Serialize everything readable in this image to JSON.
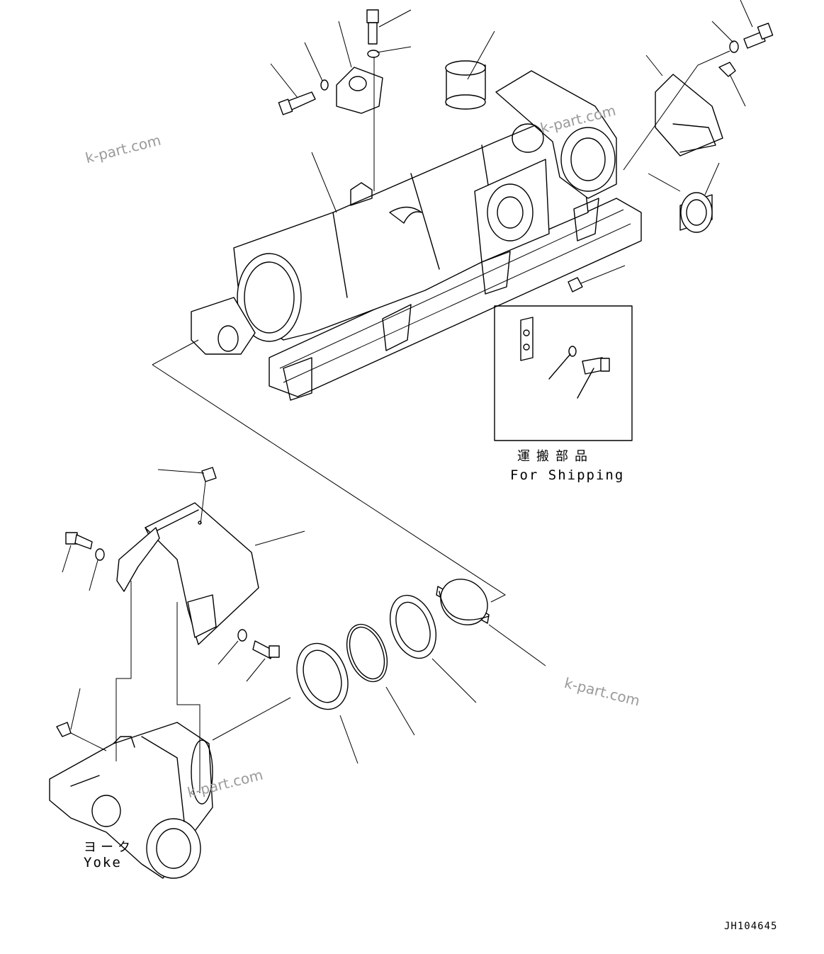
{
  "labels": {
    "shipping_jp": "運搬部品",
    "shipping_en": "For Shipping",
    "yoke_jp": "ヨーク",
    "yoke_en": "Yoke",
    "drawing_code": "JH104645"
  },
  "watermark": "k-part.com"
}
